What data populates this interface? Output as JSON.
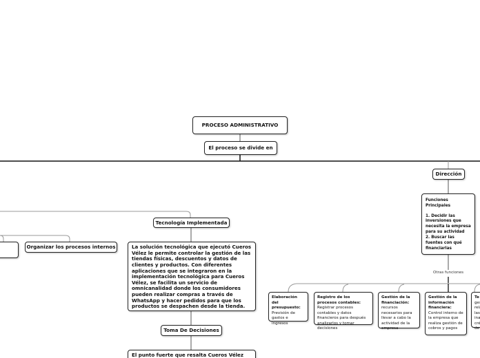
{
  "root": {
    "title": "PROCESO ADMINISTRATIVO"
  },
  "divider": {
    "label": "El proceso se divide en"
  },
  "direccion": {
    "label": "Dirección",
    "funciones_title": "Funciones Principales",
    "funciones_item1": "1. Decidir las inversiones que necesita la empresa para su actividad",
    "funciones_item2": "2. Buscar las fuentes con qué financiarlas",
    "otras_label": "Otras funciones",
    "otras": [
      {
        "title": "Elaboración del presupuesto:",
        "desc": "Previsión de gastos e ingresos"
      },
      {
        "title": "Registro de los procesos contables:",
        "desc": "Registrar procesos contables y datos financieros para después analizarlos y tomar decisiones"
      },
      {
        "title": "Gestión de la financiación:",
        "desc": "recursos necesarios para llevar a cabo la actividad de la empresa"
      },
      {
        "title": "Gestión de la información financiera:",
        "desc": "Control interno de la empresa que realiza gestión de cobros y pagos"
      },
      {
        "title": "Te",
        "desc": "ges rela las fina cré de"
      }
    ]
  },
  "tecnologia": {
    "label": "Tecnología Implementada",
    "text": "La solución tecnológica que ejecutó Cueros Vélez le permite controlar la gestión de las tiendas físicas, descuentos y datos de clientes y productos. Con diferentes aplicaciones que se integraron en la implementación tecnológica para Cueros Vélez, se facilita un servicio de omnicanalidad donde los consumidores pueden realizar compras a través de WhatsApp y hacer pedidos para que los productos se despachen desde la tienda."
  },
  "organizar": {
    "label": "Organizar los procesos internos"
  },
  "toma": {
    "label": "Toma De Decisiones",
    "text": "El punto fuerte que resalta Cueros Vélez con"
  }
}
